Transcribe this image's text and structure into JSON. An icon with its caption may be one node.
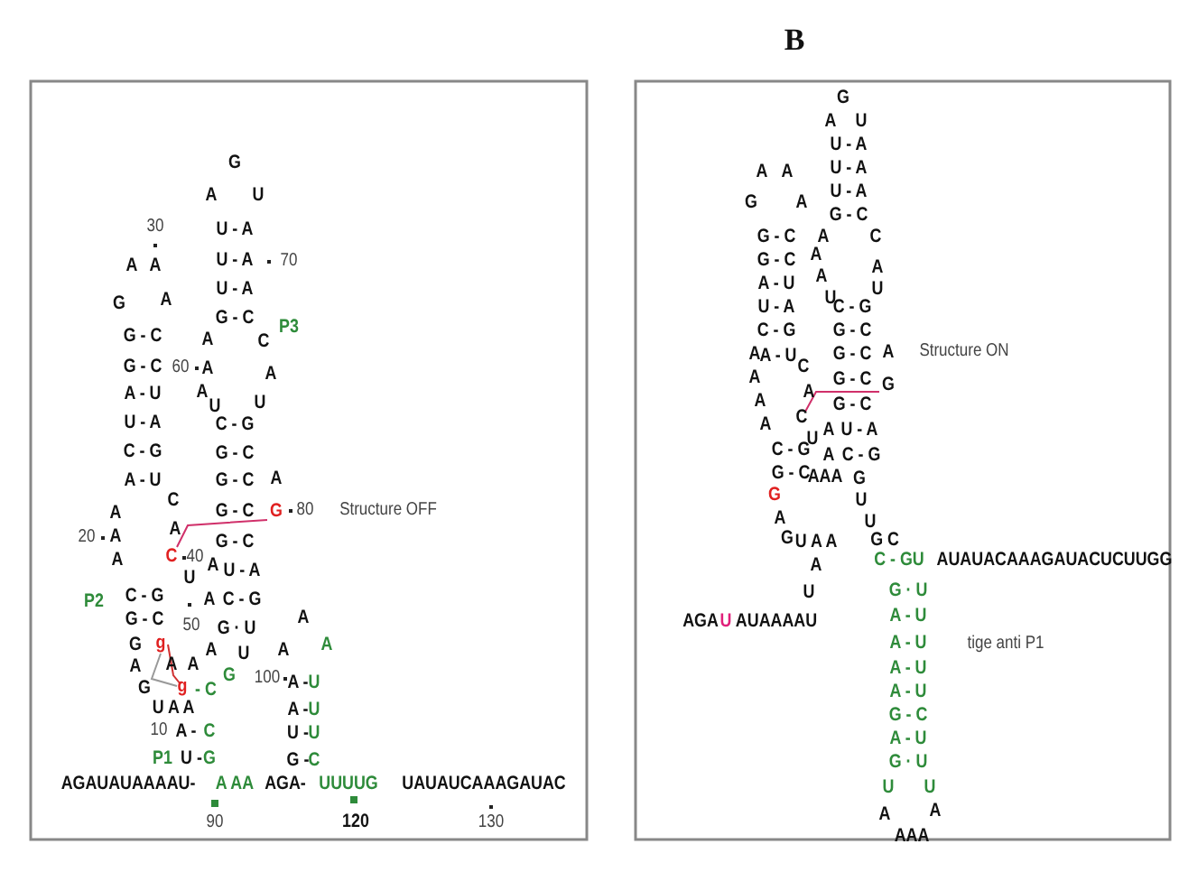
{
  "diagram": {
    "labels": [
      "B",
      "G",
      "A",
      "U",
      "30",
      "U - A",
      "A",
      "A",
      "U - A",
      "70",
      "G",
      "A",
      "U - A",
      "G - C",
      "P3",
      "G - C",
      "A",
      "C",
      "G - C",
      "60",
      "A",
      "A",
      "A - U",
      "A",
      "U",
      "U",
      "U - A",
      "C - G",
      "C - G",
      "G - C",
      "A - U",
      "G - C",
      "A",
      "A",
      "C",
      "G - C",
      "G",
      "80",
      "Structure OFF",
      "20",
      "A",
      "A",
      "G - C",
      "A",
      "C",
      "40",
      "A",
      "U - A",
      "U",
      "P2",
      "C - G",
      "A",
      "C - G",
      "G - C",
      "50",
      "G · U",
      "A",
      "G",
      "g",
      "A",
      "A",
      "A",
      "U",
      "A",
      "A",
      "A",
      "G",
      "g",
      "- C",
      "G",
      "100",
      "A -",
      "U",
      "U A A",
      "A -",
      "U",
      "10",
      "A -",
      "C",
      "U -",
      "U",
      "P1",
      "U -",
      "G",
      "G -",
      "C",
      "AGAUAUAAAAU-",
      "A AA",
      "AGA-",
      "UUUUG",
      "UAUAUCAAAGAUAC",
      "90",
      "120",
      "130",
      "G",
      "A",
      "U",
      "U - A",
      "A",
      "A",
      "U - A",
      "G",
      "A",
      "U - A",
      "G - C",
      "G - C",
      "A",
      "C",
      "G - C",
      "A",
      "A - U",
      "A",
      "A",
      "U",
      "U - A",
      "U",
      "C - G",
      "C - G",
      "G - C",
      "A",
      "A - U",
      "C",
      "G - C",
      "A",
      "Structure ON",
      "A",
      "G - C",
      "G",
      "A",
      "A",
      "G - C",
      "A",
      "C",
      "U",
      "A",
      "U - A",
      "C - G",
      "A",
      "C - G",
      "G - C",
      "AAA",
      "G",
      "G",
      "U",
      "A",
      "U",
      "G",
      "U A A",
      "G C",
      "A",
      "C - GU",
      "AUAUACAAAGAUACUCUUGG",
      "U",
      "G · U",
      "AGA",
      "U",
      "AUAAAAU",
      "A - U",
      "A - U",
      "tige anti P1",
      "A - U",
      "A - U",
      "G - C",
      "A - U",
      "G · U",
      "U",
      "U",
      "A",
      "A",
      "AAA"
    ]
  }
}
